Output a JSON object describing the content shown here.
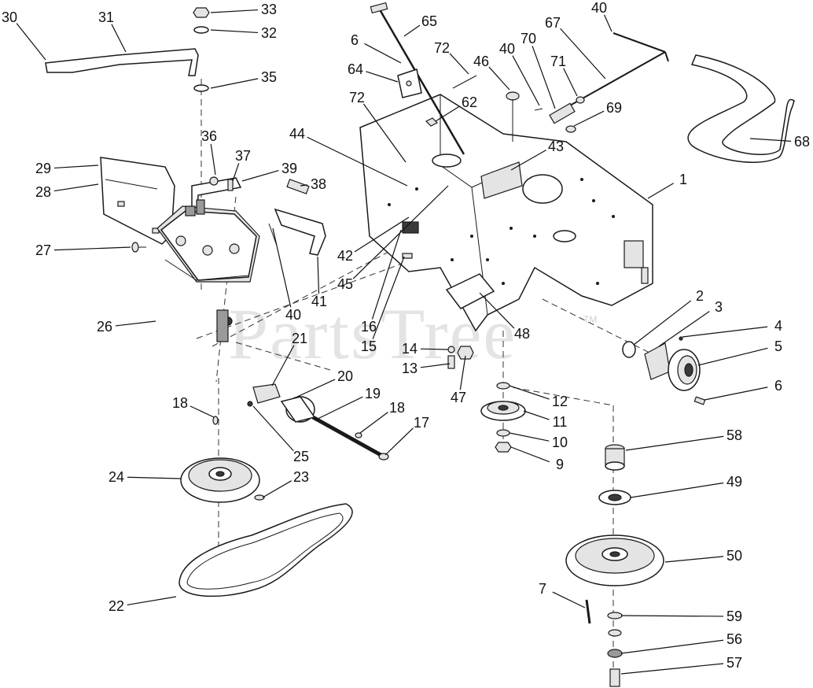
{
  "watermark": {
    "text": "PartsTree",
    "trademark": "TM"
  },
  "callouts": [
    {
      "id": "c30",
      "label": "30"
    },
    {
      "id": "c31",
      "label": "31"
    },
    {
      "id": "c33",
      "label": "33"
    },
    {
      "id": "c32",
      "label": "32"
    },
    {
      "id": "c35",
      "label": "35"
    },
    {
      "id": "c36",
      "label": "36"
    },
    {
      "id": "c37",
      "label": "37"
    },
    {
      "id": "c39",
      "label": "39"
    },
    {
      "id": "c29",
      "label": "29"
    },
    {
      "id": "c28",
      "label": "28"
    },
    {
      "id": "c27",
      "label": "27"
    },
    {
      "id": "c38",
      "label": "38"
    },
    {
      "id": "c40a",
      "label": "40"
    },
    {
      "id": "c41",
      "label": "41"
    },
    {
      "id": "c26",
      "label": "26"
    },
    {
      "id": "c44",
      "label": "44"
    },
    {
      "id": "c72a",
      "label": "72"
    },
    {
      "id": "c64",
      "label": "64"
    },
    {
      "id": "c6a",
      "label": "6"
    },
    {
      "id": "c65",
      "label": "65"
    },
    {
      "id": "c72b",
      "label": "72"
    },
    {
      "id": "c46",
      "label": "46"
    },
    {
      "id": "c40b",
      "label": "40"
    },
    {
      "id": "c70",
      "label": "70"
    },
    {
      "id": "c40c",
      "label": "40"
    },
    {
      "id": "c67",
      "label": "67"
    },
    {
      "id": "c71",
      "label": "71"
    },
    {
      "id": "c62",
      "label": "62"
    },
    {
      "id": "c69",
      "label": "69"
    },
    {
      "id": "c43",
      "label": "43"
    },
    {
      "id": "c68",
      "label": "68"
    },
    {
      "id": "c1",
      "label": "1"
    },
    {
      "id": "c42",
      "label": "42"
    },
    {
      "id": "c45",
      "label": "45"
    },
    {
      "id": "c16",
      "label": "16"
    },
    {
      "id": "c15",
      "label": "15"
    },
    {
      "id": "c48",
      "label": "48"
    },
    {
      "id": "c14",
      "label": "14"
    },
    {
      "id": "c13",
      "label": "13"
    },
    {
      "id": "c47",
      "label": "47"
    },
    {
      "id": "c21",
      "label": "21"
    },
    {
      "id": "c20",
      "label": "20"
    },
    {
      "id": "c19",
      "label": "19"
    },
    {
      "id": "c18a",
      "label": "18"
    },
    {
      "id": "c18b",
      "label": "18"
    },
    {
      "id": "c17",
      "label": "17"
    },
    {
      "id": "c25",
      "label": "25"
    },
    {
      "id": "c24",
      "label": "24"
    },
    {
      "id": "c23",
      "label": "23"
    },
    {
      "id": "c22",
      "label": "22"
    },
    {
      "id": "c12",
      "label": "12"
    },
    {
      "id": "c11",
      "label": "11"
    },
    {
      "id": "c10",
      "label": "10"
    },
    {
      "id": "c9",
      "label": "9"
    },
    {
      "id": "c2",
      "label": "2"
    },
    {
      "id": "c3",
      "label": "3"
    },
    {
      "id": "c4",
      "label": "4"
    },
    {
      "id": "c5",
      "label": "5"
    },
    {
      "id": "c6b",
      "label": "6"
    },
    {
      "id": "c58",
      "label": "58"
    },
    {
      "id": "c49",
      "label": "49"
    },
    {
      "id": "c50",
      "label": "50"
    },
    {
      "id": "c7",
      "label": "7"
    },
    {
      "id": "c59",
      "label": "59"
    },
    {
      "id": "c56",
      "label": "56"
    },
    {
      "id": "c57",
      "label": "57"
    }
  ]
}
